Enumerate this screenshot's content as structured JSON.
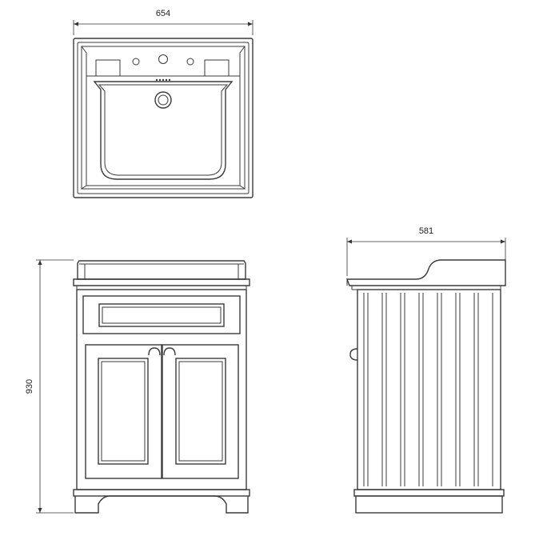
{
  "dimensions": {
    "width": "654",
    "depth": "581",
    "height": "930"
  },
  "colors": {
    "line": "#3a3a3a",
    "background": "#ffffff"
  }
}
